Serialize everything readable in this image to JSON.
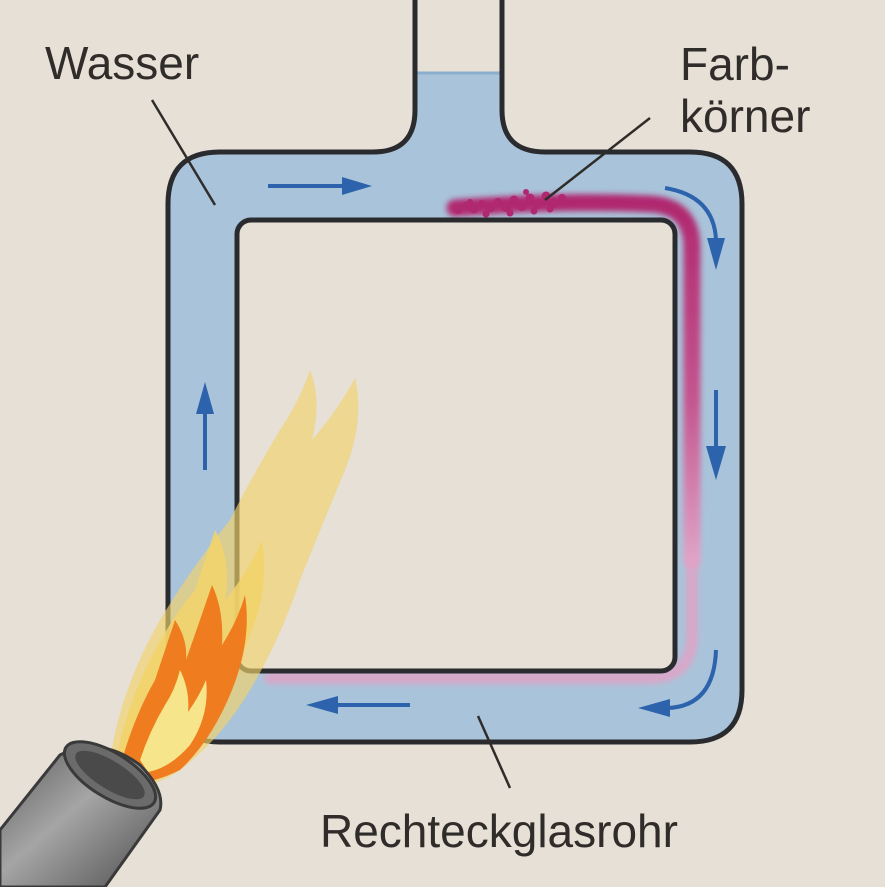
{
  "labels": {
    "water": "Wasser",
    "dye_line1": "Farb-",
    "dye_line2": "körner",
    "tube": "Rechteckglasrohr"
  },
  "colors": {
    "background": "#e6e0d6",
    "water": "#a9c4da",
    "glass_outline": "#2a2b2e",
    "arrow": "#2d62ac",
    "dye": "#b0286f",
    "dye_light": "#e0a2c6",
    "flame_outer": "#f2d36a",
    "flame_inner": "#ef7d20",
    "burner": "#7d7d7d",
    "label_text": "#2f2c2a"
  },
  "icons": [
    "flow-arrow-icon",
    "flame-icon",
    "burner-icon"
  ]
}
